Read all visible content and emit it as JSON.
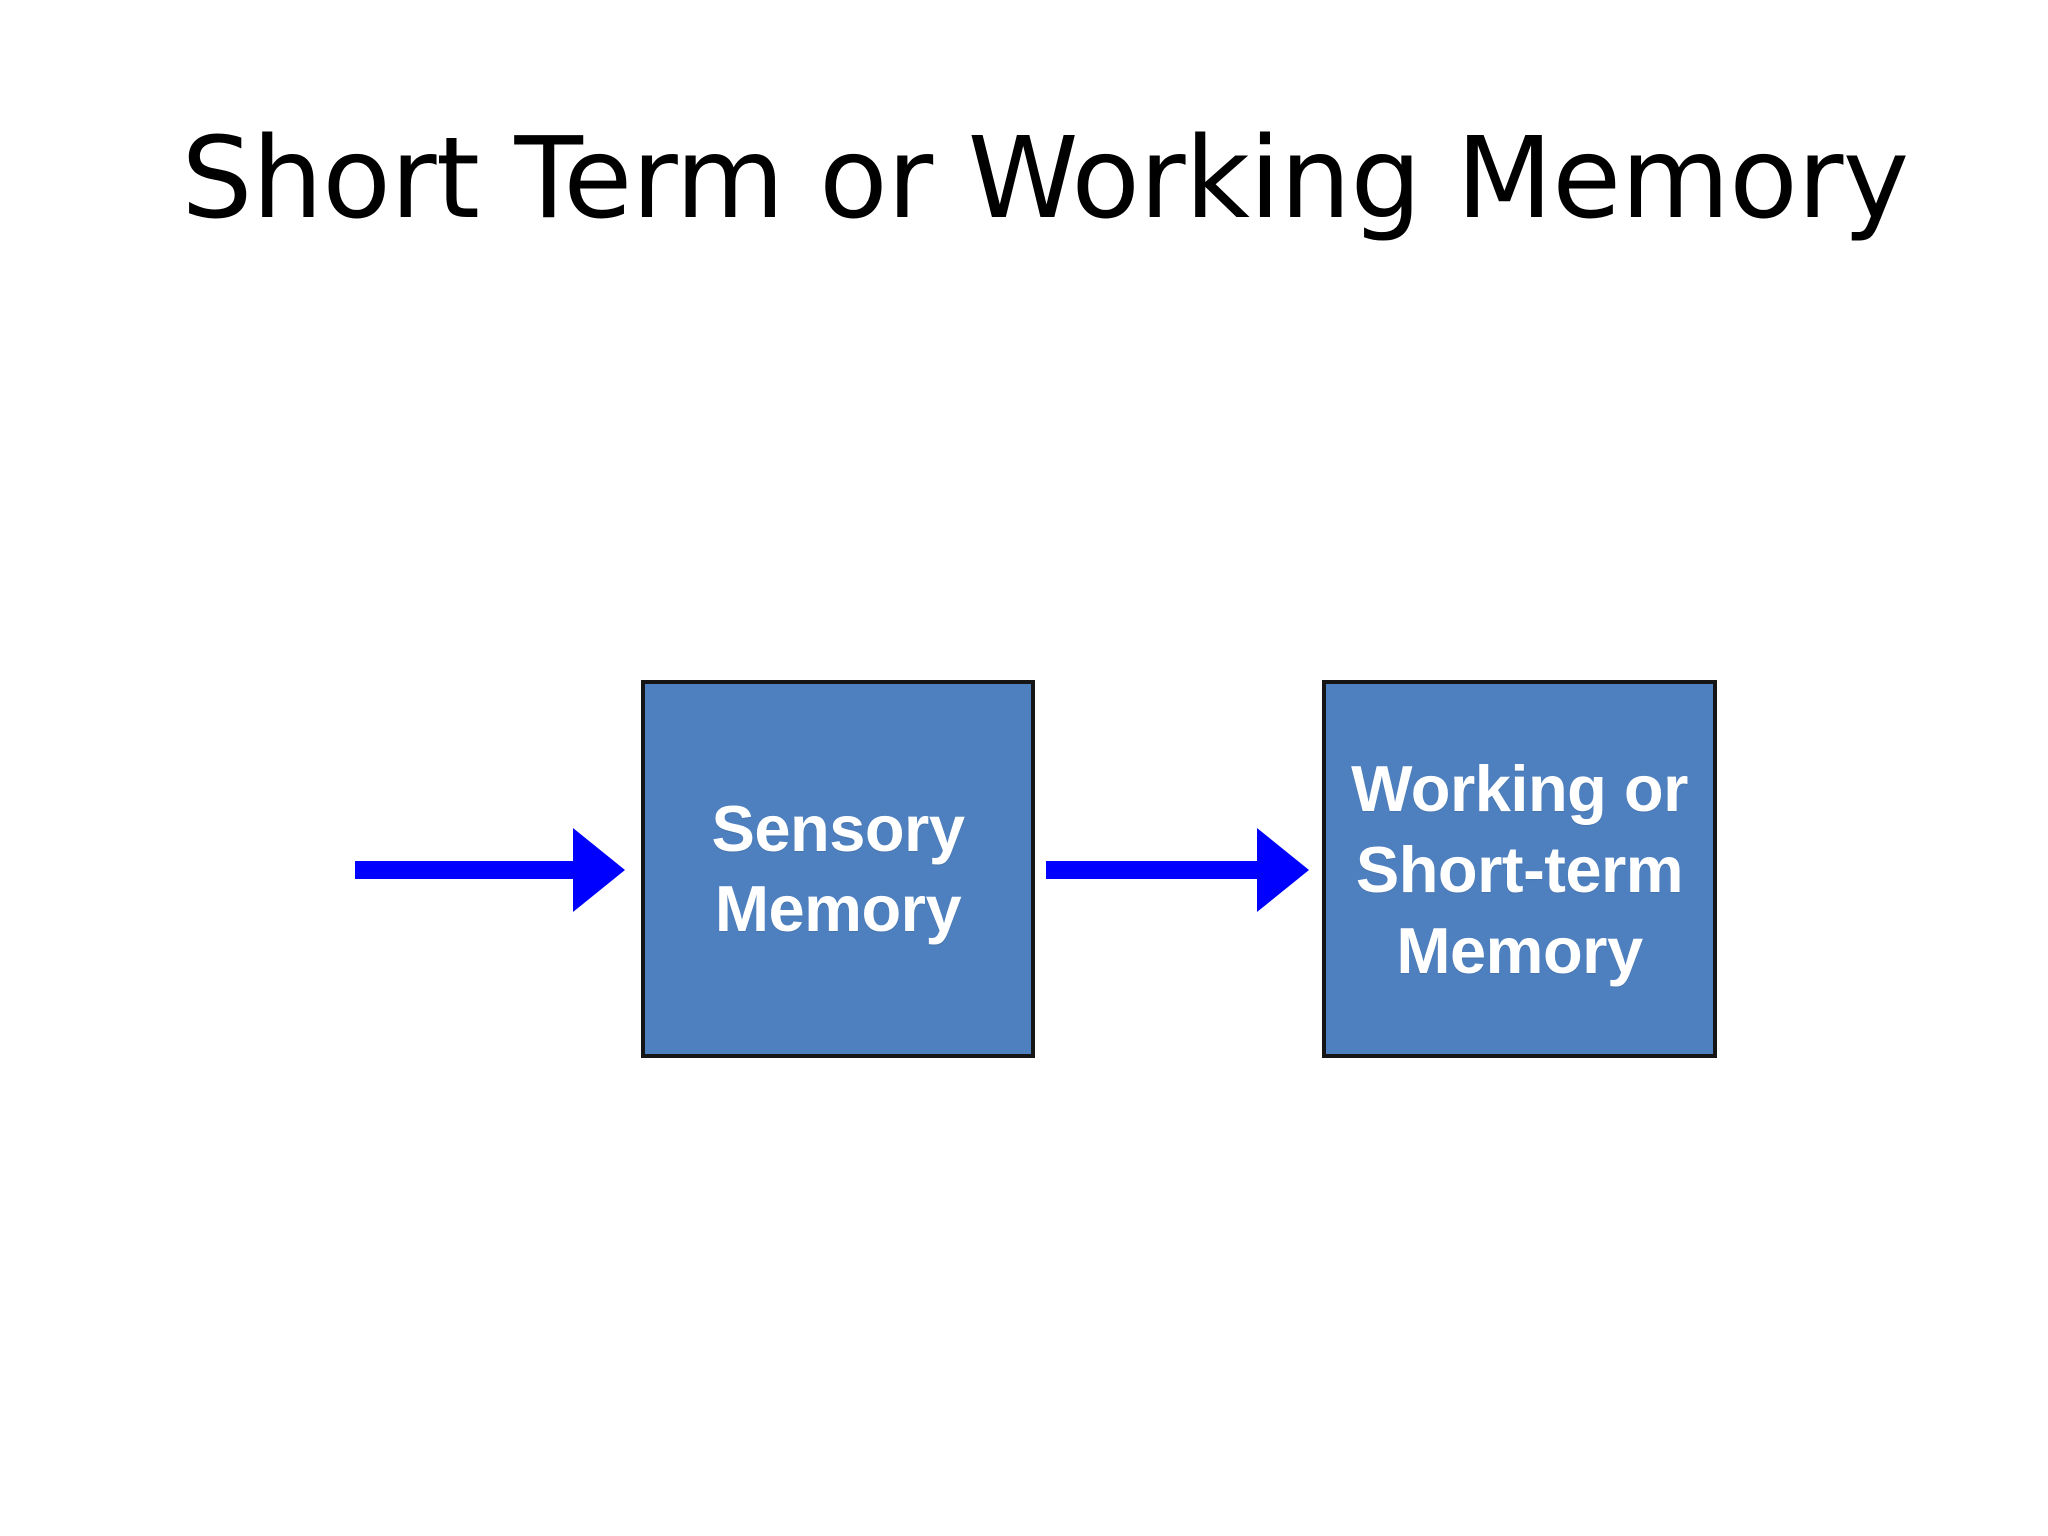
{
  "slide": {
    "background_color": "#FFFFFF",
    "title": "Short Term or Working Memory"
  },
  "diagram": {
    "type": "flow",
    "accent_color": "#4E80BF",
    "border_color": "#151515",
    "arrow_color": "#0000FF",
    "box_text_color": "#FFFFFF",
    "nodes": [
      {
        "id": "sensory-memory",
        "label": "Sensory\nMemory",
        "label_lines": [
          "Sensory",
          "Memory"
        ],
        "fill": "#4E80BF"
      },
      {
        "id": "working-short-term-memory",
        "label": "Working or\nShort-term\nMemory",
        "label_lines": [
          "Working or",
          "Short-term",
          "Memory"
        ],
        "fill": "#4E80BF"
      }
    ],
    "arrows": [
      {
        "id": "input-to-sensory",
        "name": "arrow-into-sensory-memory",
        "from": "input",
        "to": "sensory-memory",
        "color": "#0000FF",
        "direction": "right"
      },
      {
        "id": "sensory-to-working",
        "name": "arrow-sensory-to-working-memory",
        "from": "sensory-memory",
        "to": "working-short-term-memory",
        "color": "#0000FF",
        "direction": "right"
      }
    ]
  }
}
